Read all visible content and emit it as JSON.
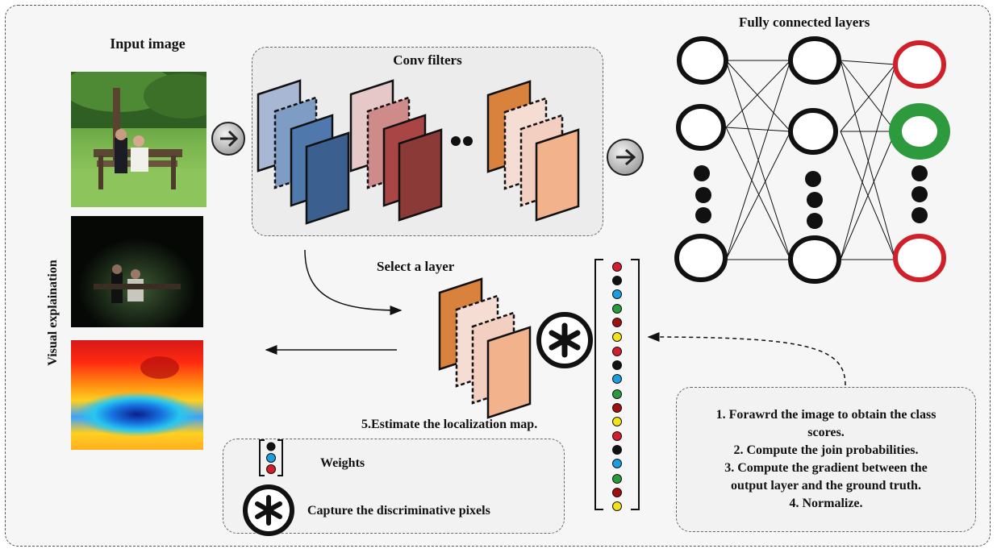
{
  "labels": {
    "input_image": "Input image",
    "fully_connected": "Fully connected layers",
    "conv_filters": "Conv filters",
    "select_layer": "Select a  layer",
    "localization": "5.Estimate the localization map.",
    "visual_explanation": "Visual explaination"
  },
  "legend": {
    "weights": "Weights",
    "capture": "Capture the discriminative pixels"
  },
  "steps": [
    "1. Forawrd the image to obtain the class",
    "scores.",
    "2. Compute the join probabilities.",
    "3. Compute the gradient between the",
    "output layer and the ground truth.",
    "4. Normalize."
  ],
  "colors": {
    "blue_filters": [
      "#a8b8d4",
      "#7e9cc4",
      "#4f79ad",
      "#3b5f8e"
    ],
    "red_filters": [
      "#e6c8c8",
      "#cf8a8a",
      "#a94545",
      "#8c3a38"
    ],
    "orange_filters": [
      "#d9823e",
      "#f5ddd4",
      "#f2cfc0",
      "#f2b28c"
    ],
    "node_red": "#d0202a",
    "node_green": "#2e9a3e",
    "weight_vector": [
      "red",
      "black",
      "blue",
      "green",
      "darkred",
      "yellow",
      "red",
      "black",
      "blue",
      "green",
      "darkred",
      "yellow",
      "red",
      "black",
      "blue",
      "green",
      "darkred",
      "yellow"
    ]
  },
  "icons": [
    "arrow-right-circle-icon",
    "asterisk-icon"
  ]
}
